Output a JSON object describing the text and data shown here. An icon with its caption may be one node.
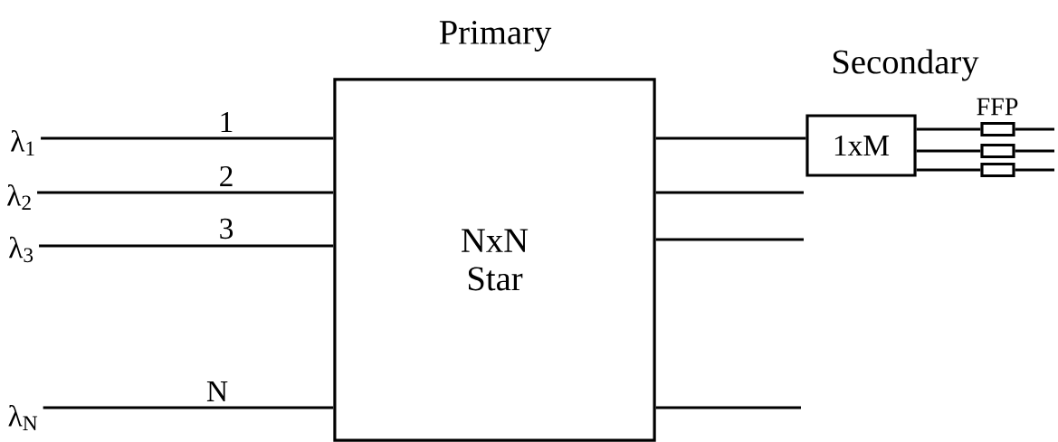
{
  "diagram": {
    "nodes": [
      {
        "text": [
          "λ$_{1}$"
        ]
      },
      {
        "text": [
          "λ$_{2}$"
        ]
      },
      {
        "text": [
          "λ$_{3}$"
        ]
      },
      {
        "text": [
          "λ$_{N}$"
        ]
      },
      {
        "text": [
          "NxN Star"
        ]
      },
      {
        "text": [
          "1xM"
        ]
      },
      {
        "text": [],
        "shape": "box"
      },
      {
        "text": [],
        "shape": "box"
      },
      {
        "text": [],
        "shape": "box"
      }
    ],
    "edges": [
      {
        "from": 0,
        "to": 4,
        "label": "1",
        "arrow": "none"
      },
      {
        "from": 1,
        "to": 4,
        "label": "2",
        "arrow": "none"
      },
      {
        "from": 2,
        "to": 4,
        "label": "3",
        "arrow": "none"
      },
      {
        "from": 3,
        "to": 4,
        "label": "N",
        "arrow": "none"
      },
      {
        "from": 4,
        "to": 5,
        "arrow": "none"
      },
      {
        "from": 4,
        "to": null,
        "arrow": "none"
      },
      {
        "from": 4,
        "to": null,
        "arrow": "none"
      },
      {
        "from": 4,
        "to": null,
        "arrow": "none"
      },
      {
        "from": 5,
        "to": 6,
        "arrow": "none"
      },
      {
        "from": 5,
        "to": 7,
        "arrow": "none"
      },
      {
        "from": 5,
        "to": 8,
        "arrow": "none"
      },
      {
        "from": 6,
        "to": null,
        "arrow": "none"
      },
      {
        "from": 7,
        "to": null,
        "arrow": "none"
      },
      {
        "from": 8,
        "to": null,
        "arrow": "none"
      }
    ],
    "labels": [
      "Primary",
      "Secondary",
      "FFP"
    ]
  }
}
